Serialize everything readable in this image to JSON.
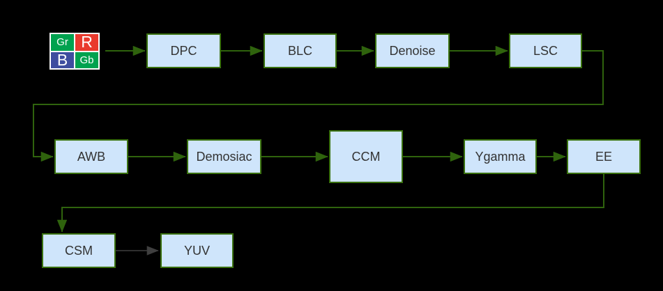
{
  "diagram": {
    "background_color": "#000000",
    "colors": {
      "node_fill": "#CFE5FB",
      "node_border": "#3A710F",
      "connector_green": "#2F630D",
      "connector_gray": "#3F3F3F",
      "node_text": "#333333",
      "icon_text": "#FFFFFF",
      "bayer_green": "#00A24F",
      "bayer_red": "#E93A2D",
      "bayer_blue": "#3E4D9F"
    },
    "bayer_icon": {
      "cells": [
        {
          "label": "Gr",
          "color": "#00A24F"
        },
        {
          "label": "R",
          "color": "#E93A2D"
        },
        {
          "label": "B",
          "color": "#3E4D9F"
        },
        {
          "label": "Gb",
          "color": "#00A24F"
        }
      ]
    },
    "nodes": [
      {
        "id": "dpc",
        "label": "DPC"
      },
      {
        "id": "blc",
        "label": "BLC"
      },
      {
        "id": "denoise",
        "label": "Denoise"
      },
      {
        "id": "lsc",
        "label": "LSC"
      },
      {
        "id": "awb",
        "label": "AWB"
      },
      {
        "id": "demosiac",
        "label": "Demosiac"
      },
      {
        "id": "ccm",
        "label": "CCM"
      },
      {
        "id": "ygamma",
        "label": "Ygamma"
      },
      {
        "id": "ee",
        "label": "EE"
      },
      {
        "id": "csm",
        "label": "CSM"
      },
      {
        "id": "yuv",
        "label": "YUV"
      }
    ],
    "edges": [
      {
        "from": "bayer-icon",
        "to": "dpc",
        "color": "#2F630D"
      },
      {
        "from": "dpc",
        "to": "blc",
        "color": "#2F630D"
      },
      {
        "from": "blc",
        "to": "denoise",
        "color": "#2F630D"
      },
      {
        "from": "denoise",
        "to": "lsc",
        "color": "#2F630D"
      },
      {
        "from": "lsc",
        "to": "awb",
        "color": "#2F630D"
      },
      {
        "from": "awb",
        "to": "demosiac",
        "color": "#2F630D"
      },
      {
        "from": "demosiac",
        "to": "ccm",
        "color": "#2F630D"
      },
      {
        "from": "ccm",
        "to": "ygamma",
        "color": "#2F630D"
      },
      {
        "from": "ygamma",
        "to": "ee",
        "color": "#2F630D"
      },
      {
        "from": "ee",
        "to": "csm",
        "color": "#2F630D"
      },
      {
        "from": "csm",
        "to": "yuv",
        "color": "#3F3F3F"
      }
    ]
  }
}
